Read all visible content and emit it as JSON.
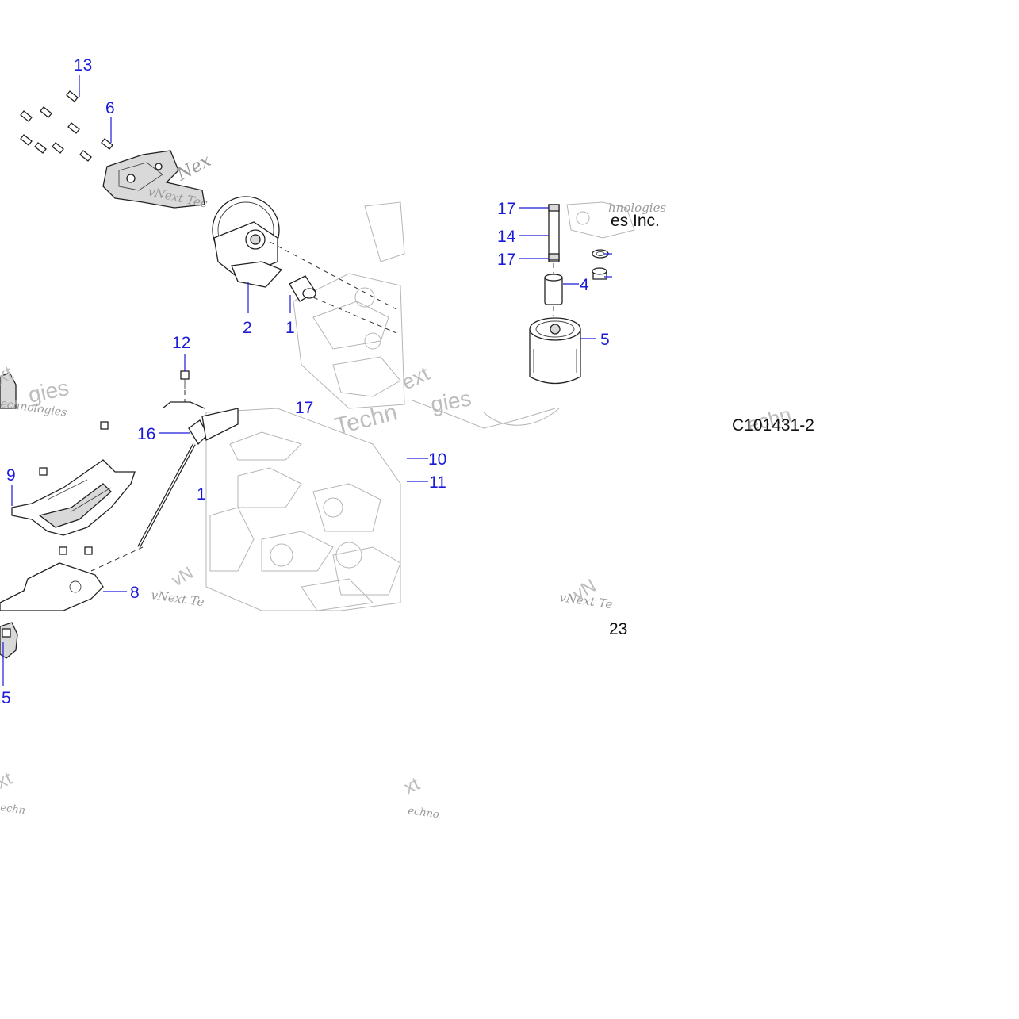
{
  "diagram": {
    "callouts": {
      "c13": "13",
      "c6": "6",
      "c2": "2",
      "c1a": "1",
      "c12": "12",
      "c17a": "17",
      "c14": "14",
      "c17b": "17",
      "c4": "4",
      "c5": "5",
      "c16": "16",
      "c9": "9",
      "c1b": "1",
      "c10": "10",
      "c11": "11",
      "c8": "8",
      "c5b": "5",
      "c23": "23",
      "c17c": "17"
    },
    "figure_code": "C101431-2",
    "publisher_fragment": "es Inc.",
    "watermarks": {
      "vnext_te": "vNext Te",
      "vnext_tec": "vNext Tec",
      "technologies": "Technologies",
      "echnologies": "echnologies",
      "nologies": "hnologies",
      "techn": "Techn",
      "gies": "gies",
      "xt": "xt",
      "ext": "ext",
      "nex": "Nex",
      "vn": "vN",
      "echn": "echn",
      "echno": "echno"
    }
  },
  "colors": {
    "callout": "#1a1ad8",
    "line_art": "#222222",
    "watermark": "#9a9a9a",
    "background": "#ffffff"
  }
}
